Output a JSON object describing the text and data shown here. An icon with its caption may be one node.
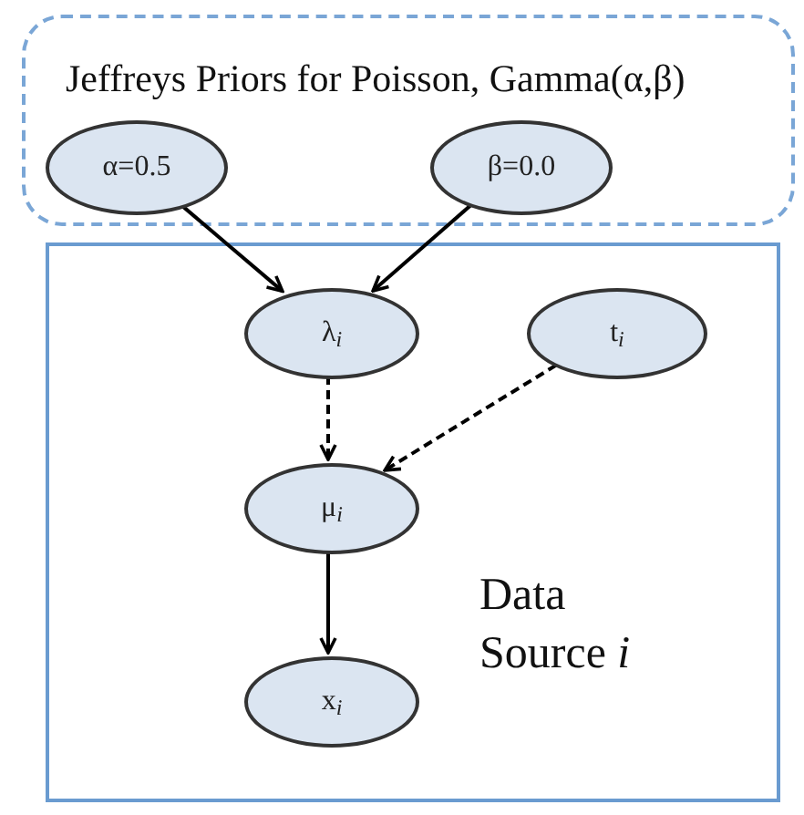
{
  "diagram": {
    "nodes": [
      {
        "text": [
          "Jeffreys Priors for Poisson, Gamma(α,β)"
        ]
      },
      {
        "text": [
          "α=0.5"
        ],
        "in": 0
      },
      {
        "text": [
          "β=0.0"
        ],
        "in": 0
      },
      {
        "text": [
          "Data Source *i*"
        ]
      },
      {
        "text": [
          "λ$_{i}$"
        ],
        "in": 3
      },
      {
        "text": [
          "t$_{i}$"
        ],
        "in": 3
      },
      {
        "text": [
          "μ$_{i}$"
        ],
        "in": 3
      },
      {
        "text": [
          "x$_{i}$"
        ],
        "in": 3
      }
    ],
    "edges": [
      {
        "from": 1,
        "to": 4,
        "arrow": "to"
      },
      {
        "from": 2,
        "to": 4,
        "arrow": "to"
      },
      {
        "from": 4,
        "to": 6,
        "arrow": "to",
        "style": "dashed"
      },
      {
        "from": 5,
        "to": 6,
        "arrow": "to",
        "style": "dashed"
      },
      {
        "from": 6,
        "to": 7,
        "arrow": "to"
      }
    ]
  }
}
